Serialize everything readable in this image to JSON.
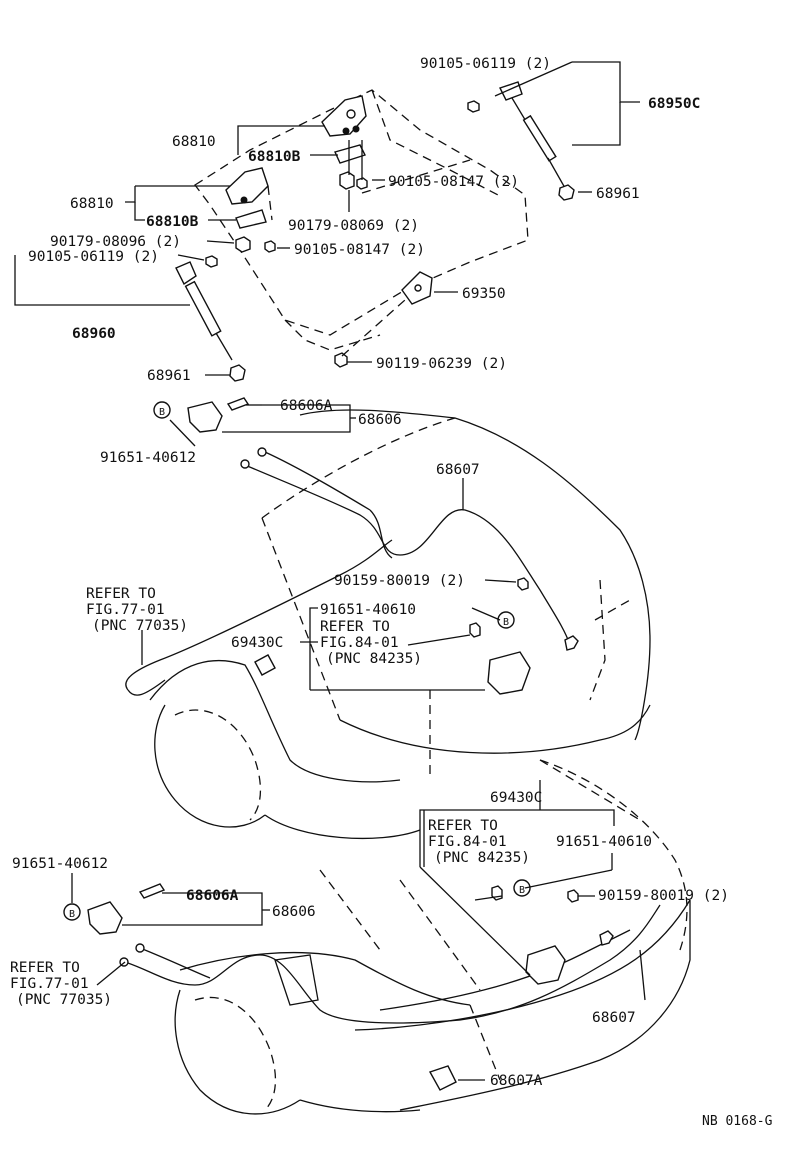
{
  "diagram_id": "NB 0168-G",
  "labels": {
    "p90105_06119_right": "90105-06119 (2)",
    "p68950C": "68950C",
    "p68810_a": "68810",
    "p68810B_a": "68810B",
    "p90105_08147_a": "90105-08147 (2)",
    "p68961_right": "68961",
    "p68810_b": "68810",
    "p68810B_b": "68810B",
    "p90179_08069": "90179-08069 (2)",
    "p90179_08096": "90179-08096 (2)",
    "p90105_08147_b": "90105-08147 (2)",
    "p90105_06119_left": "90105-06119 (2)",
    "p69350": "69350",
    "p68960": "68960",
    "p90119_06239": "90119-06239 (2)",
    "p68961_left": "68961",
    "p68606A_top": "68606A",
    "p68606_top": "68606",
    "p91651_40612_top": "91651-40612",
    "p68607_top": "68607",
    "refer77_top_l1": "REFER TO",
    "refer77_top_l2": "FIG.77-01",
    "refer77_top_l3": "(PNC 77035)",
    "p90159_80019_top": "90159-80019 (2)",
    "p91651_40610_top": "91651-40610",
    "refer84_top_l1": "REFER TO",
    "refer84_top_l2": "FIG.84-01",
    "refer84_top_l3": "(PNC 84235)",
    "p69430C_top": "69430C",
    "badge_b": "B",
    "p69430C_bottom": "69430C",
    "refer84_bot_l1": "REFER TO",
    "refer84_bot_l2": "FIG.84-01",
    "refer84_bot_l3": "(PNC 84235)",
    "p91651_40610_bottom": "91651-40610",
    "p91651_40612_bottom": "91651-40612",
    "p68606A_bottom": "68606A",
    "p68606_bottom": "68606",
    "p90159_80019_bottom": "90159-80019 (2)",
    "refer77_bot_l1": "REFER TO",
    "refer77_bot_l2": "FIG.77-01",
    "refer77_bot_l3": "(PNC 77035)",
    "p68607_bottom": "68607",
    "p68607A": "68607A"
  }
}
